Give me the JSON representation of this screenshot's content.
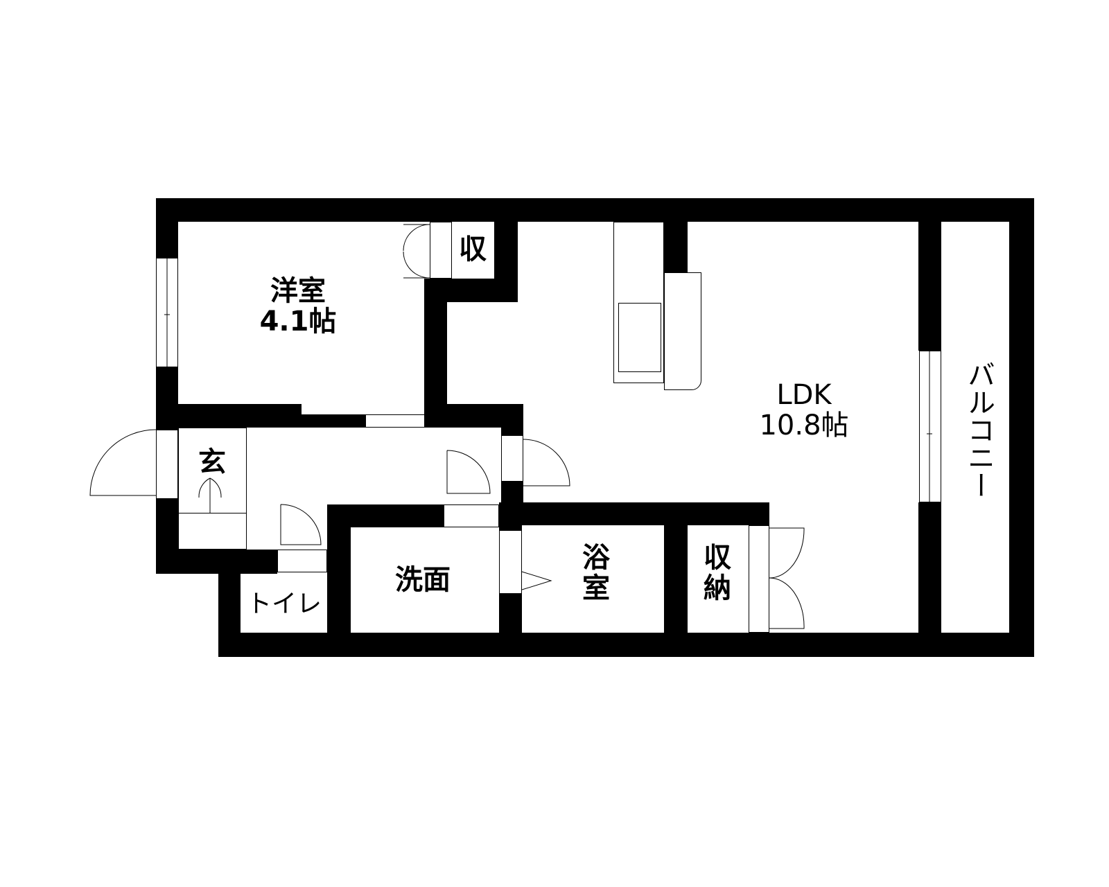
{
  "floor_plan": {
    "rooms": [
      {
        "id": "western-room",
        "name": "洋室",
        "area": "4.1帖"
      },
      {
        "id": "closet-small",
        "name": "収"
      },
      {
        "id": "ldk",
        "name": "LDK",
        "area": "10.8帖"
      },
      {
        "id": "balcony",
        "name": "バルコニー"
      },
      {
        "id": "entrance",
        "name": "玄"
      },
      {
        "id": "toilet",
        "name": "トイレ"
      },
      {
        "id": "washroom",
        "name": "洗面"
      },
      {
        "id": "bathroom",
        "name": "浴室",
        "line1": "浴",
        "line2": "室"
      },
      {
        "id": "storage",
        "name": "収納",
        "line1": "収",
        "line2": "納"
      }
    ],
    "colors": {
      "wall": "#000000",
      "background": "#ffffff"
    }
  }
}
